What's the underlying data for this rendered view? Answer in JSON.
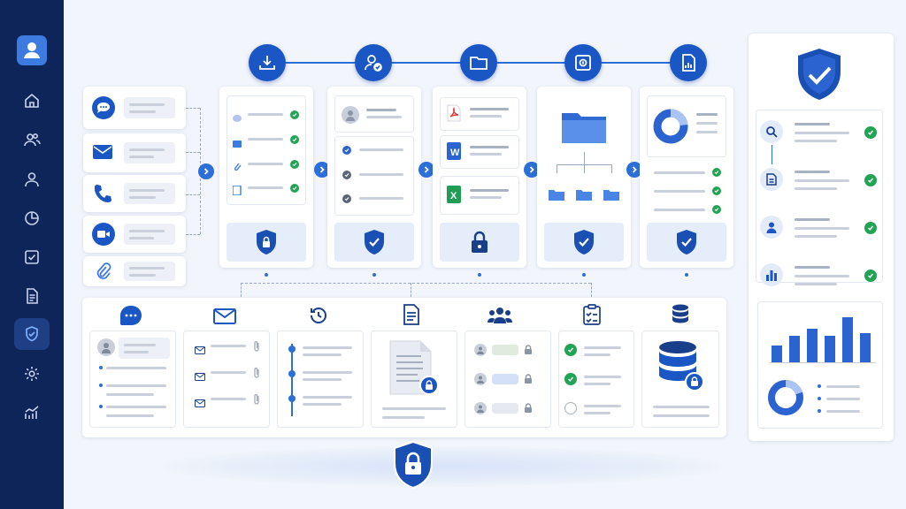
{
  "colors": {
    "sidebar": "#0d2558",
    "accent": "#2b6fd8",
    "success": "#22a455",
    "background": "#f2f5fb"
  },
  "sidebar": {
    "top": "user-icon",
    "items": [
      {
        "icon": "home-icon",
        "active": false
      },
      {
        "icon": "users-icon",
        "active": false
      },
      {
        "icon": "user-icon",
        "active": false
      },
      {
        "icon": "pie-chart-icon",
        "active": false
      },
      {
        "icon": "checkbox-icon",
        "active": false
      },
      {
        "icon": "document-icon",
        "active": false
      },
      {
        "icon": "shield-check-icon",
        "active": true
      },
      {
        "icon": "gear-icon",
        "active": false
      },
      {
        "icon": "trend-chart-icon",
        "active": false
      }
    ]
  },
  "workflow_steps": [
    "download-icon",
    "user-check-icon",
    "folder-icon",
    "vault-icon",
    "report-icon"
  ],
  "channels": [
    "chat-icon",
    "mail-icon",
    "phone-icon",
    "video-icon",
    "paperclip-icon"
  ],
  "stage_shields": [
    "shield-lock-icon",
    "shield-check-icon",
    "padlock-icon",
    "shield-check-icon",
    "shield-check-icon"
  ],
  "bottom_categories": [
    "chat-icon",
    "mail-icon",
    "history-icon",
    "document-icon",
    "team-icon",
    "checklist-icon",
    "database-icon"
  ],
  "tasks": [
    {
      "state": "done"
    },
    {
      "state": "done"
    },
    {
      "state": "pending"
    }
  ],
  "right_panel": {
    "rows": [
      "search-icon",
      "document-icon",
      "user-icon",
      "bar-chart-icon"
    ],
    "chart_values": [
      0.35,
      0.55,
      0.7,
      0.55,
      0.95,
      0.62
    ]
  }
}
